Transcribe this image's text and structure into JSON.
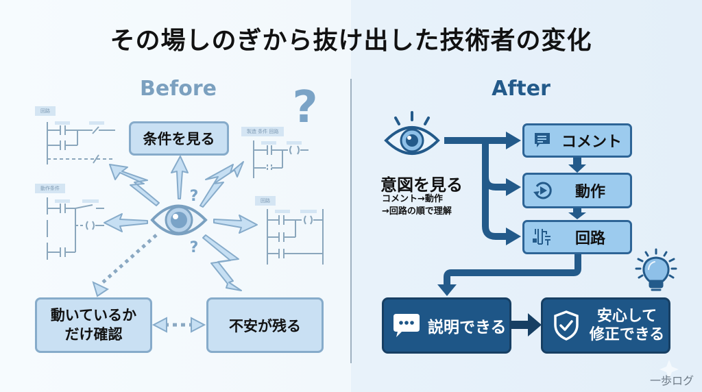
{
  "title": "その場しのぎから抜け出した技術者の変化",
  "before": {
    "heading": "Before",
    "boxes": {
      "check_conditions": "条件を見る",
      "only_check_running_line1": "動いているか",
      "only_check_running_line2": "だけ確認",
      "anxiety_remains": "不安が残る"
    },
    "ladder_labels": [
      "回路",
      "製造 条件 回路",
      "動作条件",
      "回路"
    ],
    "question_marks": [
      "?",
      "?",
      "?"
    ]
  },
  "after": {
    "heading": "After",
    "intent": {
      "label": "意図を見る",
      "sub_line1": "コメント→動作",
      "sub_line2": "→回路の順で理解"
    },
    "flow": [
      {
        "label": "コメント",
        "icon": "comment-icon"
      },
      {
        "label": "動作",
        "icon": "play-cycle-icon"
      },
      {
        "label": "回路",
        "icon": "circuit-icon"
      }
    ],
    "results": {
      "explain": "説明できる",
      "fix_line1": "安心して",
      "fix_line2": "修正できる"
    }
  },
  "watermark": "一歩ログ",
  "colors": {
    "before_accent": "#7ba0bf",
    "after_accent": "#235a8a",
    "dark_box": "#1e5687",
    "light_box": "#9ccbee"
  }
}
